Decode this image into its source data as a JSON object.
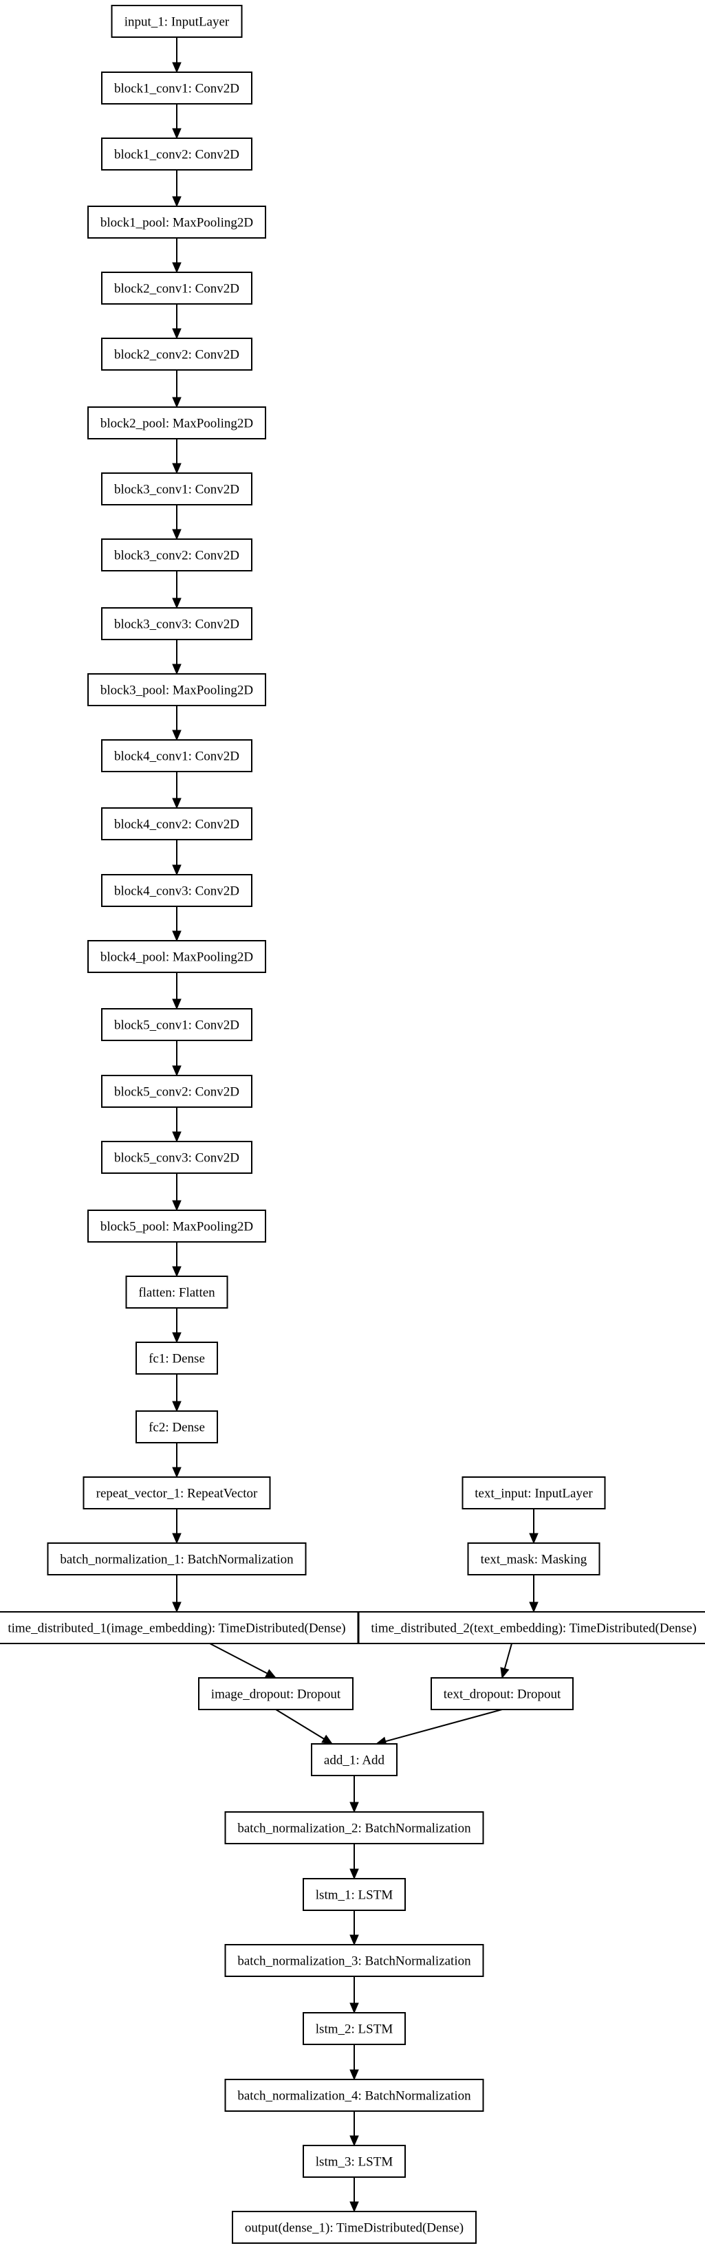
{
  "nodes": [
    {
      "id": "input_1",
      "label": "input_1: InputLayer"
    },
    {
      "id": "block1_conv1",
      "label": "block1_conv1: Conv2D"
    },
    {
      "id": "block1_conv2",
      "label": "block1_conv2: Conv2D"
    },
    {
      "id": "block1_pool",
      "label": "block1_pool: MaxPooling2D"
    },
    {
      "id": "block2_conv1",
      "label": "block2_conv1: Conv2D"
    },
    {
      "id": "block2_conv2",
      "label": "block2_conv2: Conv2D"
    },
    {
      "id": "block2_pool",
      "label": "block2_pool: MaxPooling2D"
    },
    {
      "id": "block3_conv1",
      "label": "block3_conv1: Conv2D"
    },
    {
      "id": "block3_conv2",
      "label": "block3_conv2: Conv2D"
    },
    {
      "id": "block3_conv3",
      "label": "block3_conv3: Conv2D"
    },
    {
      "id": "block3_pool",
      "label": "block3_pool: MaxPooling2D"
    },
    {
      "id": "block4_conv1",
      "label": "block4_conv1: Conv2D"
    },
    {
      "id": "block4_conv2",
      "label": "block4_conv2: Conv2D"
    },
    {
      "id": "block4_conv3",
      "label": "block4_conv3: Conv2D"
    },
    {
      "id": "block4_pool",
      "label": "block4_pool: MaxPooling2D"
    },
    {
      "id": "block5_conv1",
      "label": "block5_conv1: Conv2D"
    },
    {
      "id": "block5_conv2",
      "label": "block5_conv2: Conv2D"
    },
    {
      "id": "block5_conv3",
      "label": "block5_conv3: Conv2D"
    },
    {
      "id": "block5_pool",
      "label": "block5_pool: MaxPooling2D"
    },
    {
      "id": "flatten",
      "label": "flatten: Flatten"
    },
    {
      "id": "fc1",
      "label": "fc1: Dense"
    },
    {
      "id": "fc2",
      "label": "fc2: Dense"
    },
    {
      "id": "repeat_vector_1",
      "label": "repeat_vector_1: RepeatVector"
    },
    {
      "id": "batch_normalization_1",
      "label": "batch_normalization_1: BatchNormalization"
    },
    {
      "id": "time_distributed_1",
      "label": "time_distributed_1(image_embedding): TimeDistributed(Dense)"
    },
    {
      "id": "image_dropout",
      "label": "image_dropout: Dropout"
    },
    {
      "id": "text_input",
      "label": "text_input: InputLayer"
    },
    {
      "id": "text_mask",
      "label": "text_mask: Masking"
    },
    {
      "id": "time_distributed_2",
      "label": "time_distributed_2(text_embedding): TimeDistributed(Dense)"
    },
    {
      "id": "text_dropout",
      "label": "text_dropout: Dropout"
    },
    {
      "id": "add_1",
      "label": "add_1: Add"
    },
    {
      "id": "batch_normalization_2",
      "label": "batch_normalization_2: BatchNormalization"
    },
    {
      "id": "lstm_1",
      "label": "lstm_1: LSTM"
    },
    {
      "id": "batch_normalization_3",
      "label": "batch_normalization_3: BatchNormalization"
    },
    {
      "id": "lstm_2",
      "label": "lstm_2: LSTM"
    },
    {
      "id": "batch_normalization_4",
      "label": "batch_normalization_4: BatchNormalization"
    },
    {
      "id": "lstm_3",
      "label": "lstm_3: LSTM"
    },
    {
      "id": "output",
      "label": "output(dense_1): TimeDistributed(Dense)"
    }
  ],
  "edges": [
    [
      "input_1",
      "block1_conv1"
    ],
    [
      "block1_conv1",
      "block1_conv2"
    ],
    [
      "block1_conv2",
      "block1_pool"
    ],
    [
      "block1_pool",
      "block2_conv1"
    ],
    [
      "block2_conv1",
      "block2_conv2"
    ],
    [
      "block2_conv2",
      "block2_pool"
    ],
    [
      "block2_pool",
      "block3_conv1"
    ],
    [
      "block3_conv1",
      "block3_conv2"
    ],
    [
      "block3_conv2",
      "block3_conv3"
    ],
    [
      "block3_conv3",
      "block3_pool"
    ],
    [
      "block3_pool",
      "block4_conv1"
    ],
    [
      "block4_conv1",
      "block4_conv2"
    ],
    [
      "block4_conv2",
      "block4_conv3"
    ],
    [
      "block4_conv3",
      "block4_pool"
    ],
    [
      "block4_pool",
      "block5_conv1"
    ],
    [
      "block5_conv1",
      "block5_conv2"
    ],
    [
      "block5_conv2",
      "block5_conv3"
    ],
    [
      "block5_conv3",
      "block5_pool"
    ],
    [
      "block5_pool",
      "flatten"
    ],
    [
      "flatten",
      "fc1"
    ],
    [
      "fc1",
      "fc2"
    ],
    [
      "fc2",
      "repeat_vector_1"
    ],
    [
      "repeat_vector_1",
      "batch_normalization_1"
    ],
    [
      "batch_normalization_1",
      "time_distributed_1"
    ],
    [
      "time_distributed_1",
      "image_dropout"
    ],
    [
      "text_input",
      "text_mask"
    ],
    [
      "text_mask",
      "time_distributed_2"
    ],
    [
      "time_distributed_2",
      "text_dropout"
    ],
    [
      "image_dropout",
      "add_1"
    ],
    [
      "text_dropout",
      "add_1"
    ],
    [
      "add_1",
      "batch_normalization_2"
    ],
    [
      "batch_normalization_2",
      "lstm_1"
    ],
    [
      "lstm_1",
      "batch_normalization_3"
    ],
    [
      "batch_normalization_3",
      "lstm_2"
    ],
    [
      "lstm_2",
      "batch_normalization_4"
    ],
    [
      "batch_normalization_4",
      "lstm_3"
    ],
    [
      "lstm_3",
      "output"
    ]
  ]
}
